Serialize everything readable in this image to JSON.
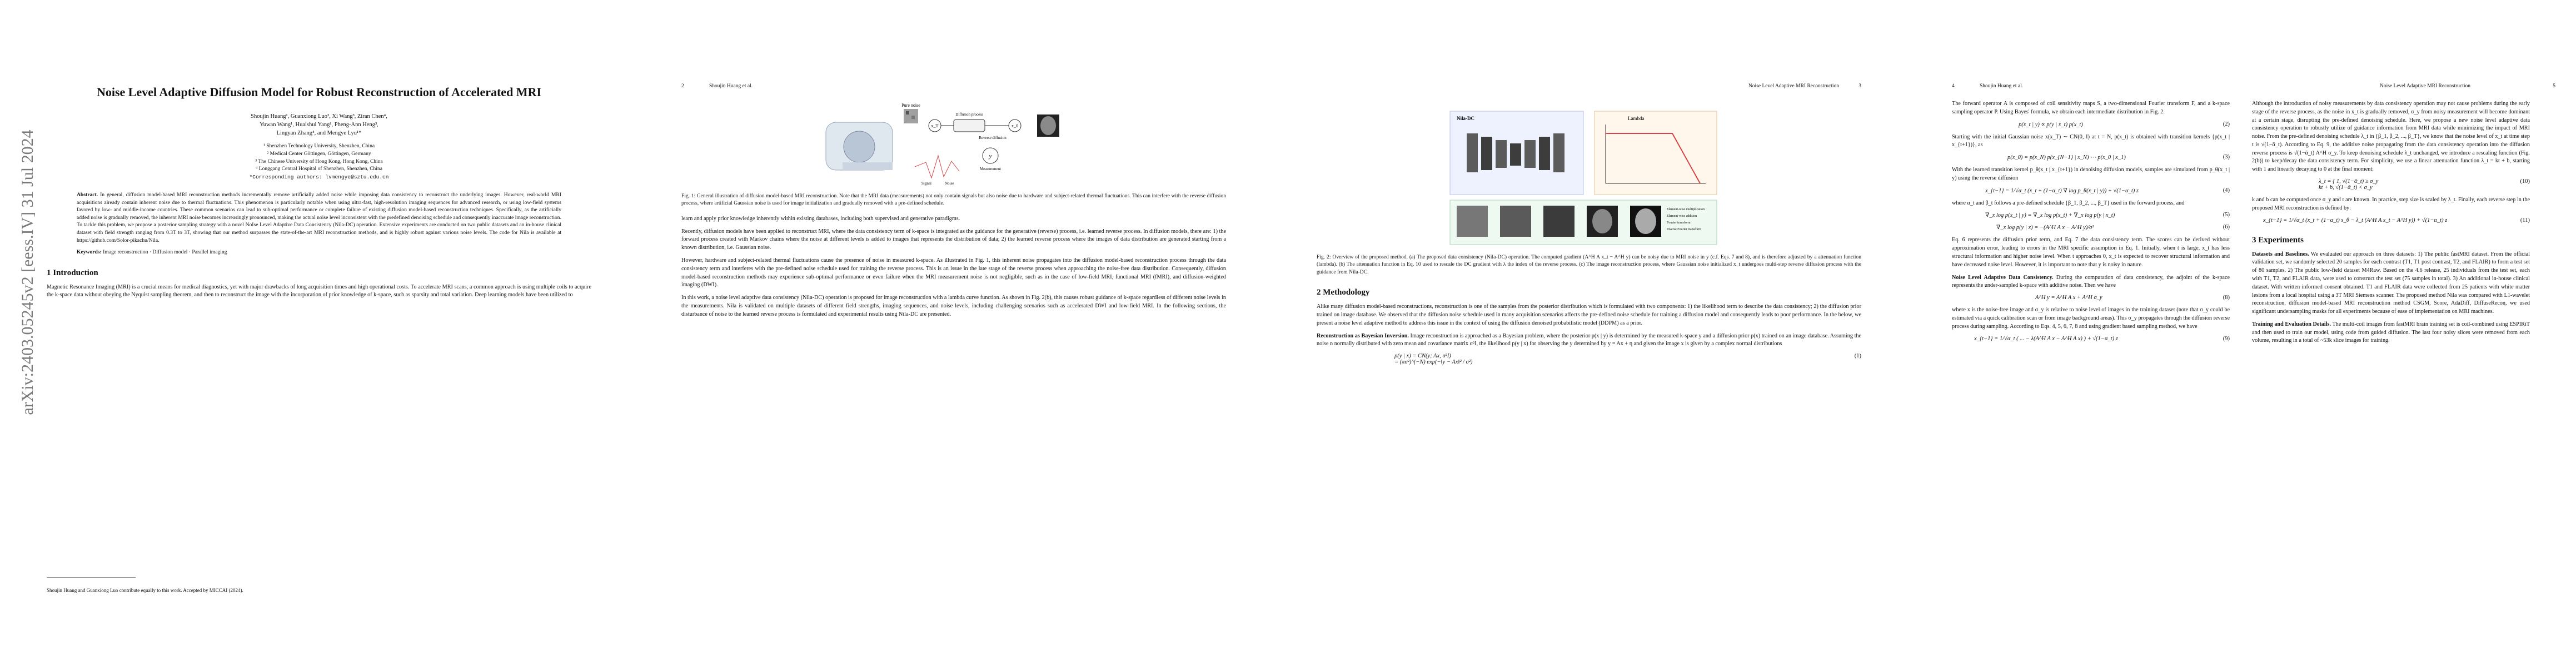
{
  "arxiv_stamp": "arXiv:2403.05245v2  [eess.IV]  31 Jul 2024",
  "page1": {
    "title": "Noise Level Adaptive Diffusion Model for Robust Reconstruction of Accelerated MRI",
    "authors_line1": "Shoujin Huang¹, Guanxiong Luo², Xi Wang³, Ziran Chen⁴,",
    "authors_line2": "Yuwan Wang¹, Huaishui Yang¹, Pheng-Ann Heng³,",
    "authors_line3": "Lingyan Zhang⁴, and Mengye Lyu¹*",
    "affil1": "¹ Shenzhen Technology University, Shenzhen, China",
    "affil2": "² Medical Center Göttingen, Göttingen, Germany",
    "affil3": "³ The Chinese University of Hong Kong, Hong Kong, China",
    "affil4": "⁴ Longgang Central Hospital of Shenzhen, Shenzhen, China",
    "affil_email": "*Corresponding authors: lvmengye@sztu.edu.cn",
    "abstract_label": "Abstract.",
    "abstract_text": "In general, diffusion model-based MRI reconstruction methods incrementally remove artificially added noise while imposing data consistency to reconstruct the underlying images. However, real-world MRI acquisitions already contain inherent noise due to thermal fluctuations. This phenomenon is particularly notable when using ultra-fast, high-resolution imaging sequences for advanced research, or using low-field systems favored by low- and middle-income countries. These common scenarios can lead to sub-optimal performance or complete failure of existing diffusion model-based reconstruction techniques. Specifically, as the artificially added noise is gradually removed, the inherent MRI noise becomes increasingly pronounced, making the actual noise level inconsistent with the predefined denoising schedule and consequently inaccurate image reconstruction. To tackle this problem, we propose a posterior sampling strategy with a novel NoIse Level Adaptive Data Consistency (Nila-DC) operation. Extensive experiments are conducted on two public datasets and an in-house clinical dataset with field strength ranging from 0.3T to 3T, showing that our method surpasses the state-of-the-art MRI reconstruction methods, and is highly robust against various noise levels. The code for Nila is available at https://github.com/Solor-pikachu/Nila.",
    "keywords_label": "Keywords:",
    "keywords_text": "Image reconstruction · Diffusion model · Parallel imaging",
    "intro_heading": "1   Introduction",
    "intro_text": "Magnetic Resonance Imaging (MRI) is a crucial means for medical diagnostics, yet with major drawbacks of long acquisition times and high operational costs. To accelerate MRI scans, a common approach is using multiple coils to acquire the k-space data without obeying the Nyquist sampling theorem, and then to reconstruct the image with the incorporation of prior knowledge of k-space, such as sparsity and total variation. Deep learning models have been utilized to",
    "footnote": "Shoujin Huang and Guanxiong Luo contribute equally to this work. Accepted by MICCAI (2024)."
  },
  "page2": {
    "page_number": "2",
    "running_head": "Shoujin Huang et al.",
    "fig1_caption": "Fig. 1: General illustration of diffusion model-based MRI reconstruction. Note that the MRI data (measurements) not only contain signals but also noise due to hardware and subject-related thermal fluctuations. This can interfere with the reverse diffusion process, where artificial Gaussian noise is used for image initialization and gradually removed with a pre-defined schedule.",
    "fig1_labels": [
      "Pure noise",
      "Diffusion process",
      "Reverse diffusion",
      "Measurement",
      "Signal",
      "Noise",
      "y",
      "x_T",
      "x_0"
    ],
    "para1": "learn and apply prior knowledge inherently within existing databases, including both supervised and generative paradigms.",
    "para2": "Recently, diffusion models have been applied to reconstruct MRI, where the data consistency term of k-space is integrated as the guidance for the generative (reverse) process, i.e. learned reverse process. In diffusion models, there are: 1) the forward process created with Markov chains where the noise at different levels is added to images that represents the distribution of data; 2) the learned reverse process where the images of data distribution are generated starting from a known distribution, i.e. Gaussian noise.",
    "para3": "However, hardware and subject-related thermal fluctuations cause the presence of noise in measured k-space. As illustrated in Fig. 1, this inherent noise propagates into the diffusion model-based reconstruction process through the data consistency term and interferes with the pre-defined noise schedule used for training the reverse process. This is an issue in the late stage of the reverse process when approaching the noise-free data distribution. Consequently, diffusion model-based reconstruction methods may experience sub-optimal performance or even failure when the MRI measurement noise is not negligible, such as in the case of low-field MRI, functional MRI (fMRI), and diffusion-weighted imaging (DWI).",
    "para4": "In this work, a noise level adaptive data consistency (Nila-DC) operation is proposed for image reconstruction with a lambda curve function. As shown in Fig. 2(b), this causes robust guidance of k-space regardless of different noise levels in the measurements. Nila is validated on multiple datasets of different field strengths, imaging sequences, and noise levels, including challenging scenarios such as accelerated DWI and low-field MRI. In the following sections, the disturbance of noise to the learned reverse process is formulated and experimental results using Nila-DC are presented."
  },
  "page3": {
    "page_number": "3",
    "running_head": "Noise Level Adaptive MRI Reconstruction",
    "fig2_labels": [
      "Nila-DC",
      "Lambda",
      "Element-wise multiplication",
      "Element-wise addition",
      "Fourier transform",
      "Inverse Fourier transform"
    ],
    "fig2_caption": "Fig. 2: Overview of the proposed method. (a) The proposed data consistency (Nila-DC) operation. The computed gradient (A^H A x_t − A^H y) can be noisy due to MRI noise in y (c.f. Eqs. 7 and 8), and is therefore adjusted by a attenuation function (lambda). (b) The attenuation function in Eq. 10 used to rescale the DC gradient with λ the index of the reverse process. (c) The image reconstruction process, where Gaussian noise initialized x_t undergoes multi-step reverse diffusion process with the guidance from Nila-DC.",
    "method_heading": "2   Methodology",
    "m_para1": "Alike many diffusion model-based reconstructions, reconstruction is one of the samples from the posterior distribution which is formulated with two components: 1) the likelihood term to describe the data consistency; 2) the diffusion prior trained on image database. We observed that the diffusion noise schedule used in many acquisition scenarios affects the pre-defined noise schedule for training a diffusion model and consequently leads to poor performance. In the below, we present a noise level adaptive method to address this issue in the context of using the diffusion denoised probabilistic model (DDPM) as a prior.",
    "m_head2": "Reconstruction as Bayesian Inversion.",
    "m_para2": "Image reconstruction is approached as a Bayesian problem, where the posterior p(x | y) is determined by the measured k-space y and a diffusion prior p(x) trained on an image database. Assuming the noise n normally distributed with zero mean and covariance matrix σ²I, the likelihood p(y | x) for observing the y determined by y = Ax + η and given the image x is given by a complex normal distributions",
    "eq1_left": "p(y | x) = CN(y; Ax, σ²I)",
    "eq1_line2": "= (πσ²)^(−N) exp(−‖y − Ax‖² / σ²)",
    "eq1_label": "(1)"
  },
  "page4": {
    "page_number": "4",
    "running_head_left": "Shoujin Huang et al.",
    "running_head_right": "Noise Level Adaptive MRI Reconstruction",
    "page_number_right": "5",
    "col1_para1": "The forward operator A is composed of coil sensitivity maps S, a two-dimensional Fourier transform F, and a k-space sampling operator P. Using Bayes' formula, we obtain each intermediate distribution in Fig. 2.",
    "eq2": "p(x_t | y) ∝ p(y | x_t) p(x_t)",
    "eq2_label": "(2)",
    "col1_para2": "Starting with the initial Gaussian noise x(x_T) ∼ CN(0, I) at t = N, p(x_t) is obtained with transition kernels {p(x_t | x_{t+1})}, as",
    "eq3": "p(x_0) = p(x_N) p(x_{N−1} | x_N) ⋯ p(x_0 | x_1)",
    "eq3_label": "(3)",
    "col1_para3": "With the learned transition kernel p_θ(x_t | x_{t+1}) in denoising diffusion models, samples are simulated from p_θ(x_t | y) using the reverse diffusion",
    "eq4": "x_{t−1} = 1/√α_t (x_t + (1−α_t) ∇ log p_θ(x_t | y)) + √(1−α_t) z",
    "eq4_label": "(4)",
    "col1_para4": "where α_t and β_t follows a pre-defined schedule {β_1, β_2, ..., β_T} used in the forward process, and",
    "eq5": "∇_x log p(x_t | y) = ∇_x log p(x_t) + ∇_x log p(y | x_t)",
    "eq5_label": "(5)",
    "eq6": "∇_x log p(y | x) = −(A^H A x − A^H y)/σ²",
    "eq6_label": "(6)",
    "col1_para5": "Eq. 6 represents the diffusion prior term, and Eq. 7 the data consistency term. The scores can be derived without approximation error, leading to errors in the MRI specific assumption in Eq. 1. Initially, when t is large, x_t has less structural information and higher noise level. When t approaches 0, x_t is expected to recover structural information and have decreased noise level. However, it is important to note that y is noisy in nature.",
    "col1_head2": "Noise Level Adaptive Data Consistency.",
    "col1_para6": "During the computation of data consistency, the adjoint of the k-space represents the under-sampled k-space with additive noise. Then we have",
    "eq8": "A^H y = A^H A x + A^H σ_y",
    "eq8_label": "(8)",
    "col1_para7": "where x is the noise-free image and σ_y is relative to noise level of images in the training dataset (note that σ_y could be estimated via a quick calibration scan or from image background areas). This σ_y propagates through the diffusion reverse process during sampling. According to Eqs. 4, 5, 6, 7, 8 and using gradient based sampling method, we have",
    "eq9": "x_{t−1} = 1/√α_t ( ... − λ(A^H A x − A^H A x) ) + √(1−α_t) z",
    "eq9_label": "(9)",
    "col2_para1": "Although the introduction of noisy measurements by data consistency operation may not cause problems during the early stage of the reverse process, as the noise in x_t is gradually removed, σ_y from noisy measurement will become dominant at a certain stage, disrupting the pre-defined denoising schedule. Here, we propose a new noise level adaptive data consistency operation to robustly utilize of guidance information from MRI data while minimizing the impact of MRI noise. From the pre-defined denoising schedule λ_t in {β_1, β_2, ..., β_T}, we know that the noise level of x_t at time step t is √(1−ᾱ_t). According to Eq. 9, the additive noise propagating from the data consistency operation into the diffusion reverse process is √(1−ᾱ_t) A^H σ_y. To keep denoising schedule λ_t unchanged, we introduce a rescaling function (Fig. 2(b)) to keep/decay the data consistency term. For simplicity, we use a linear attenuation function λ_t = kt + b, starting with 1 and linearly decaying to 0 at the final moment:",
    "eq10_line1": "λ_t = { 1,  √(1−ᾱ_t) ≥ σ_y",
    "eq10_line2": "      kt + b,  √(1−ᾱ_t) < σ_y",
    "eq10_label": "(10)",
    "col2_para2": "k and b can be computed once σ_y and t are known. In practice, step size is scaled by λ_t. Finally, each reverse step in the proposed MRI reconstruction is defined by:",
    "eq11": "x_{t−1} = 1/√α_t (x_t + (1−α_t) s_θ − λ_t (A^H A x_t − A^H y)) + √(1−α_t) z",
    "eq11_label": "(11)",
    "exp_heading": "3   Experiments",
    "col2_head2": "Datasets and Baselines.",
    "col2_para3": "We evaluated our approach on three datasets: 1) The public fastMRI dataset. From the official validation set, we randomly selected 20 samples for each contrast (T1, T1 post contrast, T2, and FLAIR) to form a test set of 80 samples. 2) The public low-field dataset M4Raw. Based on the 4.6 release, 25 individuals from the test set, each with T1, T2, and FLAIR data, were used to construct the test set (75 samples in total). 3) An additional in-house clinical dataset. With written informed consent obtained. T1 and FLAIR data were collected from 25 patients with white matter lesions from a local hospital using a 3T MRI Siemens scanner. The proposed method Nila was compared with L1-wavelet reconstruction, diffusion model-based MRI reconstruction method CSGM, Score, AdaDiff, DiffuseRecon, we used significant undersampling masks for all experiments because of ease of implementation on MRI machines.",
    "col2_head3": "Training and Evaluation Details.",
    "col2_para4": "The multi-coil images from fastMRI brain training set is coil-combined using ESPIRiT and then used to train our model, using code from guided diffusion. The last four noisy slices were removed from each volume, resulting in a total of ~53k slice images for training."
  }
}
